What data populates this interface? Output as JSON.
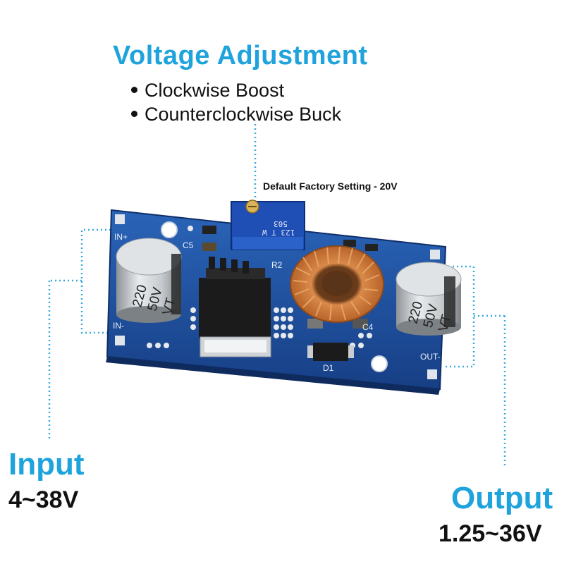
{
  "voltage_adjustment": {
    "title": "Voltage Adjustment",
    "bullets": [
      "Clockwise Boost",
      "Counterclockwise Buck"
    ]
  },
  "factory_note": "Default Factory Setting - 20V",
  "input": {
    "title": "Input",
    "range": "4~38V"
  },
  "output": {
    "title": "Output",
    "range": "1.25~36V"
  },
  "board_labels": {
    "in_plus": "IN+",
    "in_minus": "IN-",
    "out_minus": "OUT-",
    "c5": "C5",
    "r2": "R2",
    "c4": "C4",
    "d1": "D1",
    "cap_text_lines": [
      "220",
      "50V",
      "VT"
    ],
    "pot_code": "503",
    "pot_sub": "123 T W"
  },
  "colors": {
    "accent": "#1fa3dc",
    "pcb": "#1d4f9c",
    "guide_line": "#3aa9dc"
  }
}
